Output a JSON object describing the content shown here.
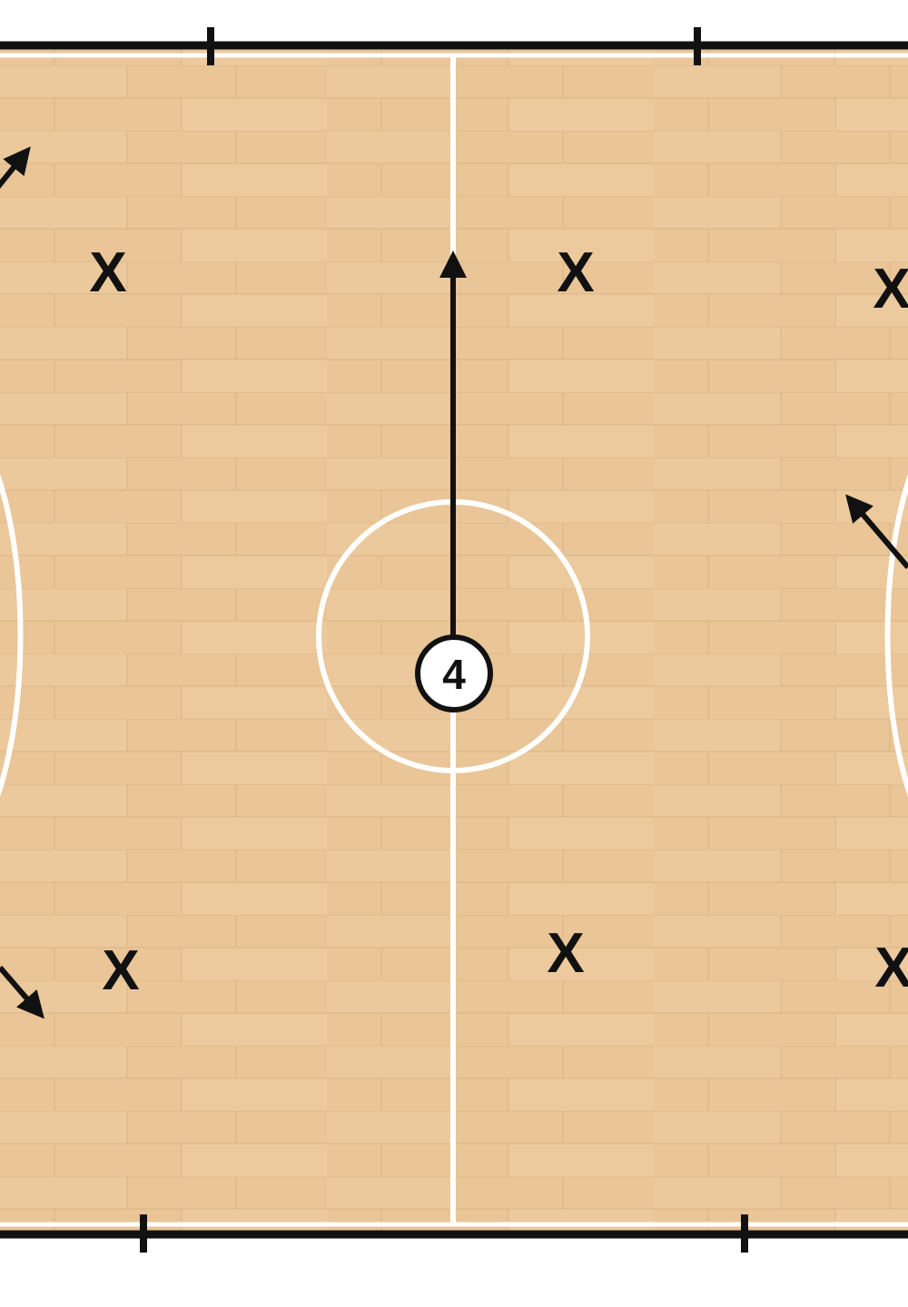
{
  "colors": {
    "floor": "#e9c597",
    "floor_light": "#efd0a6",
    "plank_line": "#d6b17f",
    "court_line": "#ffffff",
    "boundary": "#111111",
    "ink": "#111111"
  },
  "icons": {
    "arrow_head": "arrowhead",
    "player_token": "circle-number"
  },
  "player": {
    "number": "4"
  },
  "defenders": [
    {
      "id": "def-top-left",
      "label": "X"
    },
    {
      "id": "def-top-center",
      "label": "X"
    },
    {
      "id": "def-top-right",
      "label": "X"
    },
    {
      "id": "def-bottom-left",
      "label": "X"
    },
    {
      "id": "def-bottom-center",
      "label": "X"
    },
    {
      "id": "def-bottom-right",
      "label": "X"
    }
  ]
}
